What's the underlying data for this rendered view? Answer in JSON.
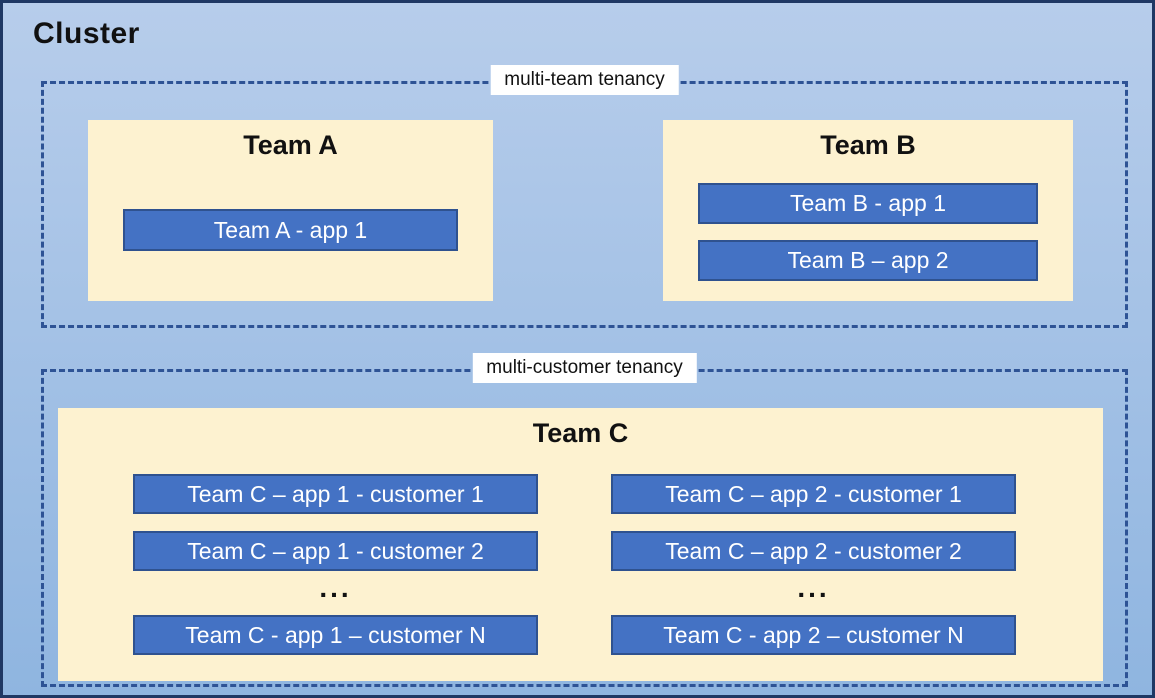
{
  "cluster_title": "Cluster",
  "colors": {
    "bg-top": "#b7cdeb",
    "bg-bottom": "#8fb5e0",
    "outer-border": "#1f3864",
    "dashed-border": "#2e5395",
    "team-fill": "#fdf2d0",
    "app-fill": "#4472c4",
    "app-border": "#2f528f",
    "app-text": "#ffffff",
    "label-bg": "#ffffff",
    "text": "#111111"
  },
  "multi_team": {
    "label": "multi-team tenancy",
    "team_a": {
      "title": "Team A",
      "app1": "Team A - app 1"
    },
    "team_b": {
      "title": "Team B",
      "app1": "Team B - app 1",
      "app2": "Team B – app 2"
    }
  },
  "multi_customer": {
    "label": "multi-customer tenancy",
    "team_c": {
      "title": "Team C",
      "columns": [
        {
          "rows": [
            "Team C – app 1 - customer 1",
            "Team C – app 1 - customer 2"
          ],
          "ellipsis": "...",
          "last_row": "Team C - app 1 – customer N"
        },
        {
          "rows": [
            "Team C – app 2 - customer 1",
            "Team C – app 2 - customer 2"
          ],
          "ellipsis": "...",
          "last_row": "Team C - app 2 – customer N"
        }
      ]
    }
  }
}
